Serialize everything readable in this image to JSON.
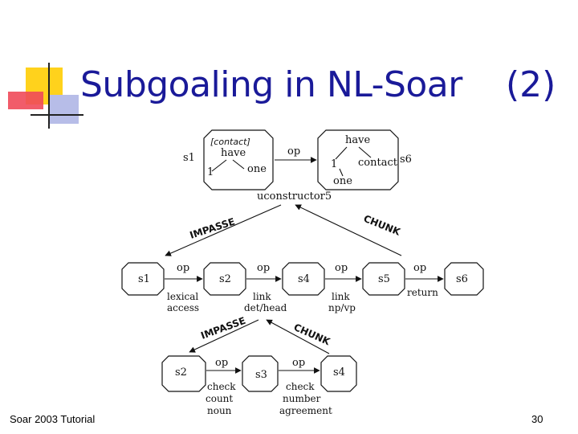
{
  "slide": {
    "title": "Subgoaling in NL-Soar",
    "title_num": "(2)",
    "footer": "Soar 2003 Tutorial",
    "page_number": "30"
  },
  "top": {
    "s1_label": "s1",
    "s1_tag": "[contact]",
    "s1_have": "have",
    "s1_one": "one",
    "s1_i": "1",
    "op_label": "op",
    "s6_label": "s6",
    "s6_have": "have",
    "s6_contact": "contact",
    "s6_one": "one",
    "s6_i": "1",
    "operator": "uconstructor5"
  },
  "links1": {
    "impasse": "IMPASSE",
    "chunk": "CHUNK"
  },
  "middle": {
    "states": [
      "s1",
      "s2",
      "s4",
      "s5",
      "s6"
    ],
    "ops": [
      "op",
      "op",
      "op",
      "op"
    ],
    "notes": [
      [
        "lexical",
        "access"
      ],
      [
        "link",
        "det/head"
      ],
      [
        "link",
        "np/vp"
      ],
      [
        "return"
      ]
    ]
  },
  "links2": {
    "impasse": "IMPASSE",
    "chunk": "CHUNK"
  },
  "bottom": {
    "states": [
      "s2",
      "s3",
      "s4"
    ],
    "ops": [
      "op",
      "op"
    ],
    "notes": [
      [
        "check",
        "count",
        "noun"
      ],
      [
        "check",
        "number",
        "agreement"
      ]
    ]
  }
}
